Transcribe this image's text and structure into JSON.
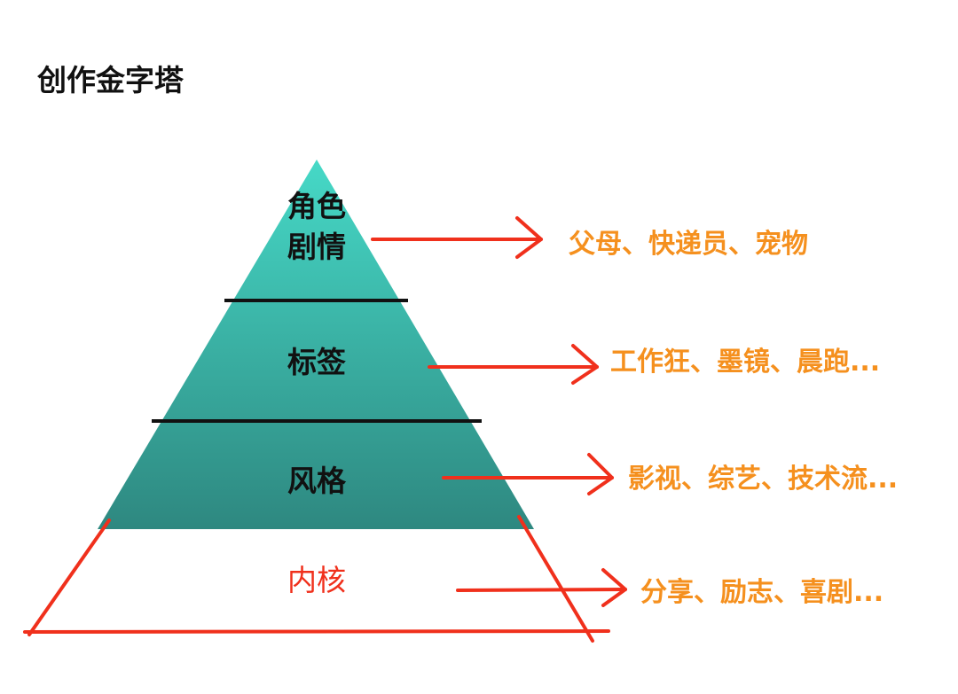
{
  "title": "创作金字塔",
  "levels": [
    {
      "name_line1": "角色",
      "name_line2": "剧情",
      "description": "父母、快递员、宠物"
    },
    {
      "name": "标签",
      "description": "工作狂、墨镜、晨跑..."
    },
    {
      "name": "风格",
      "description": "影视、综艺、技术流..."
    },
    {
      "name": "内核",
      "description": "分享、励志、喜剧..."
    }
  ],
  "colors": {
    "pyramid_top": "#46d9c7",
    "pyramid_bottom": "#2e8880",
    "annotation": "#f0301c",
    "description": "#f5901e"
  }
}
